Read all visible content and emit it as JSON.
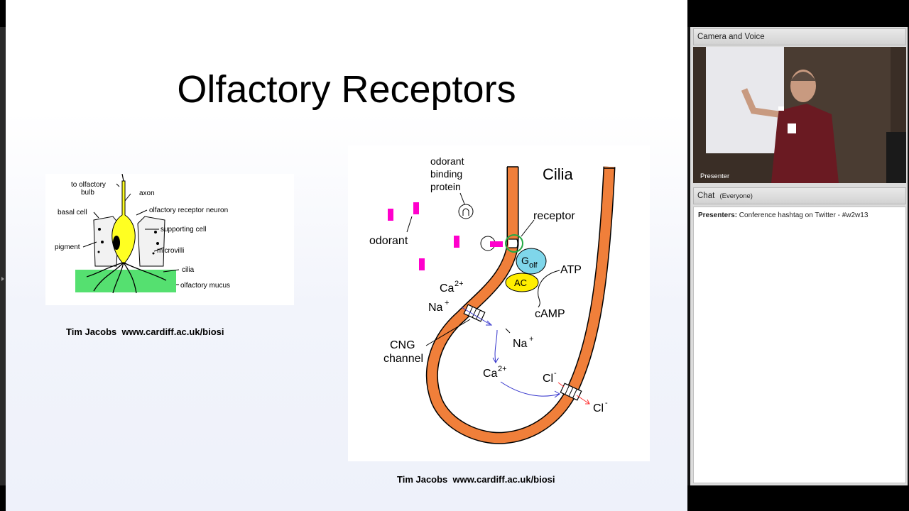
{
  "slide": {
    "title": "Olfactory Receptors",
    "credit_left": "Tim Jacobs  www.cardiff.ac.uk/biosi",
    "credit_right": "Tim Jacobs  www.cardiff.ac.uk/biosi",
    "left_diagram": {
      "labels": {
        "to_olfactory": "to olfactory",
        "bulb": "bulb",
        "axon": "axon",
        "basal_cell": "basal cell",
        "olfactory_receptor_neuron": "olfactory receptor neuron",
        "supporting_cell": "supporting cell",
        "pigment": "pigment",
        "microvilli": "microvilli",
        "cilia": "cilia",
        "olfactory_mucus": "olfactory mucus"
      }
    },
    "right_diagram": {
      "labels": {
        "odorant_binding_1": "odorant",
        "odorant_binding_2": "binding",
        "odorant_binding_3": "protein",
        "cilia": "Cilia",
        "receptor": "receptor",
        "odorant": "odorant",
        "g": "G",
        "olf": "olf",
        "ac": "AC",
        "atp": "ATP",
        "camp": "cAMP",
        "ca_top": "Ca",
        "ca_top_sup": "2+",
        "na_left": "Na",
        "na_left_sup": "+",
        "na_right": "Na",
        "na_right_sup": "+",
        "cng_1": "CNG",
        "cng_2": "channel",
        "ca_mid": "Ca",
        "ca_mid_sup": "2+",
        "cl_in": "Cl",
        "cl_in_sup": "-",
        "cl_out": "Cl",
        "cl_out_sup": "-"
      }
    }
  },
  "panel": {
    "camera_title": "Camera and Voice",
    "presenter_label": "Presenter",
    "chat_title": "Chat",
    "chat_scope": "(Everyone)",
    "chat_message": {
      "sender": "Presenters:",
      "text": " Conference hashtag on Twitter - #w2w13"
    }
  },
  "colors": {
    "membrane": "#f07f3a",
    "odorant": "#ff00cc",
    "golf": "#7fd6ea",
    "ac": "#ffee00",
    "mucus": "#33dd55",
    "neuron": "#ffff22"
  }
}
